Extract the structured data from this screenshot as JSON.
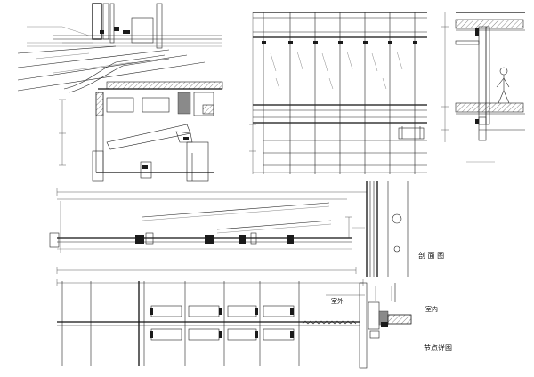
{
  "labels": {
    "section_title": "剖 面 图",
    "exterior": "室外",
    "interior": "室内",
    "detail_title": "节点详图"
  },
  "colors": {
    "line": "#222222",
    "background": "#ffffff"
  }
}
